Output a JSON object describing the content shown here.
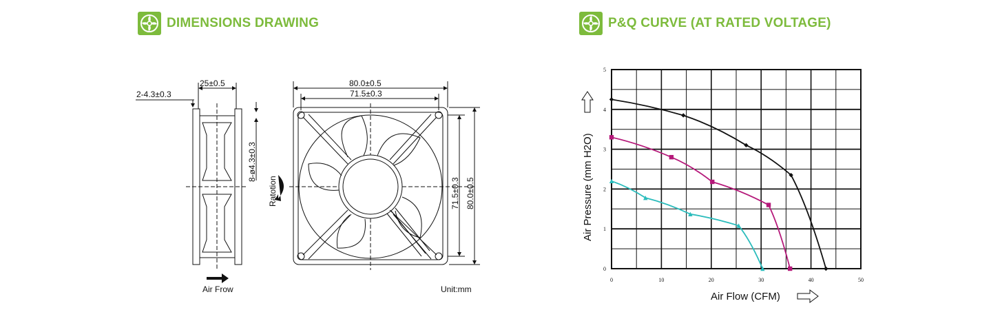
{
  "headers": {
    "left": "DIMENSIONS DRAWING",
    "right": "P&Q CURVE (AT RATED VOLTAGE)"
  },
  "dimensions": {
    "side_width": "25±0.5",
    "hole_note": "2-4.3±0.3",
    "mount_holes": "8-ø4.3±0.3",
    "outer_width": "80.0±0.5",
    "hole_pitch_h": "71.5±0.3",
    "hole_pitch_v": "71.5±0.3",
    "outer_height": "80.0±0.5",
    "rotation_label": "Ratotion",
    "airflow_label": "Air Frow",
    "unit": "Unit:mm"
  },
  "chart_data": {
    "type": "line",
    "xlabel": "Air Flow (CFM)",
    "ylabel": "Air Pressure (mm H2O)",
    "xlim": [
      0,
      50
    ],
    "ylim": [
      0,
      5
    ],
    "xticks": [
      "0",
      "10",
      "20",
      "30",
      "40",
      "50"
    ],
    "yticks": [
      "0",
      "1",
      "2",
      "3",
      "4",
      "5"
    ],
    "grid": true,
    "series": [
      {
        "color": "#111111",
        "marker": "diamond",
        "x": [
          0,
          14.4,
          27,
          36,
          43
        ],
        "y": [
          4.25,
          3.85,
          3.1,
          2.35,
          0
        ]
      },
      {
        "color": "#b5197a",
        "marker": "square",
        "x": [
          0,
          12,
          20.2,
          31.5,
          35.8
        ],
        "y": [
          3.3,
          2.8,
          2.18,
          1.6,
          0
        ]
      },
      {
        "color": "#2bbcbc",
        "marker": "triangle",
        "x": [
          0,
          6.8,
          15.8,
          25.5,
          30.3
        ],
        "y": [
          2.2,
          1.78,
          1.37,
          1.08,
          0
        ]
      }
    ]
  }
}
